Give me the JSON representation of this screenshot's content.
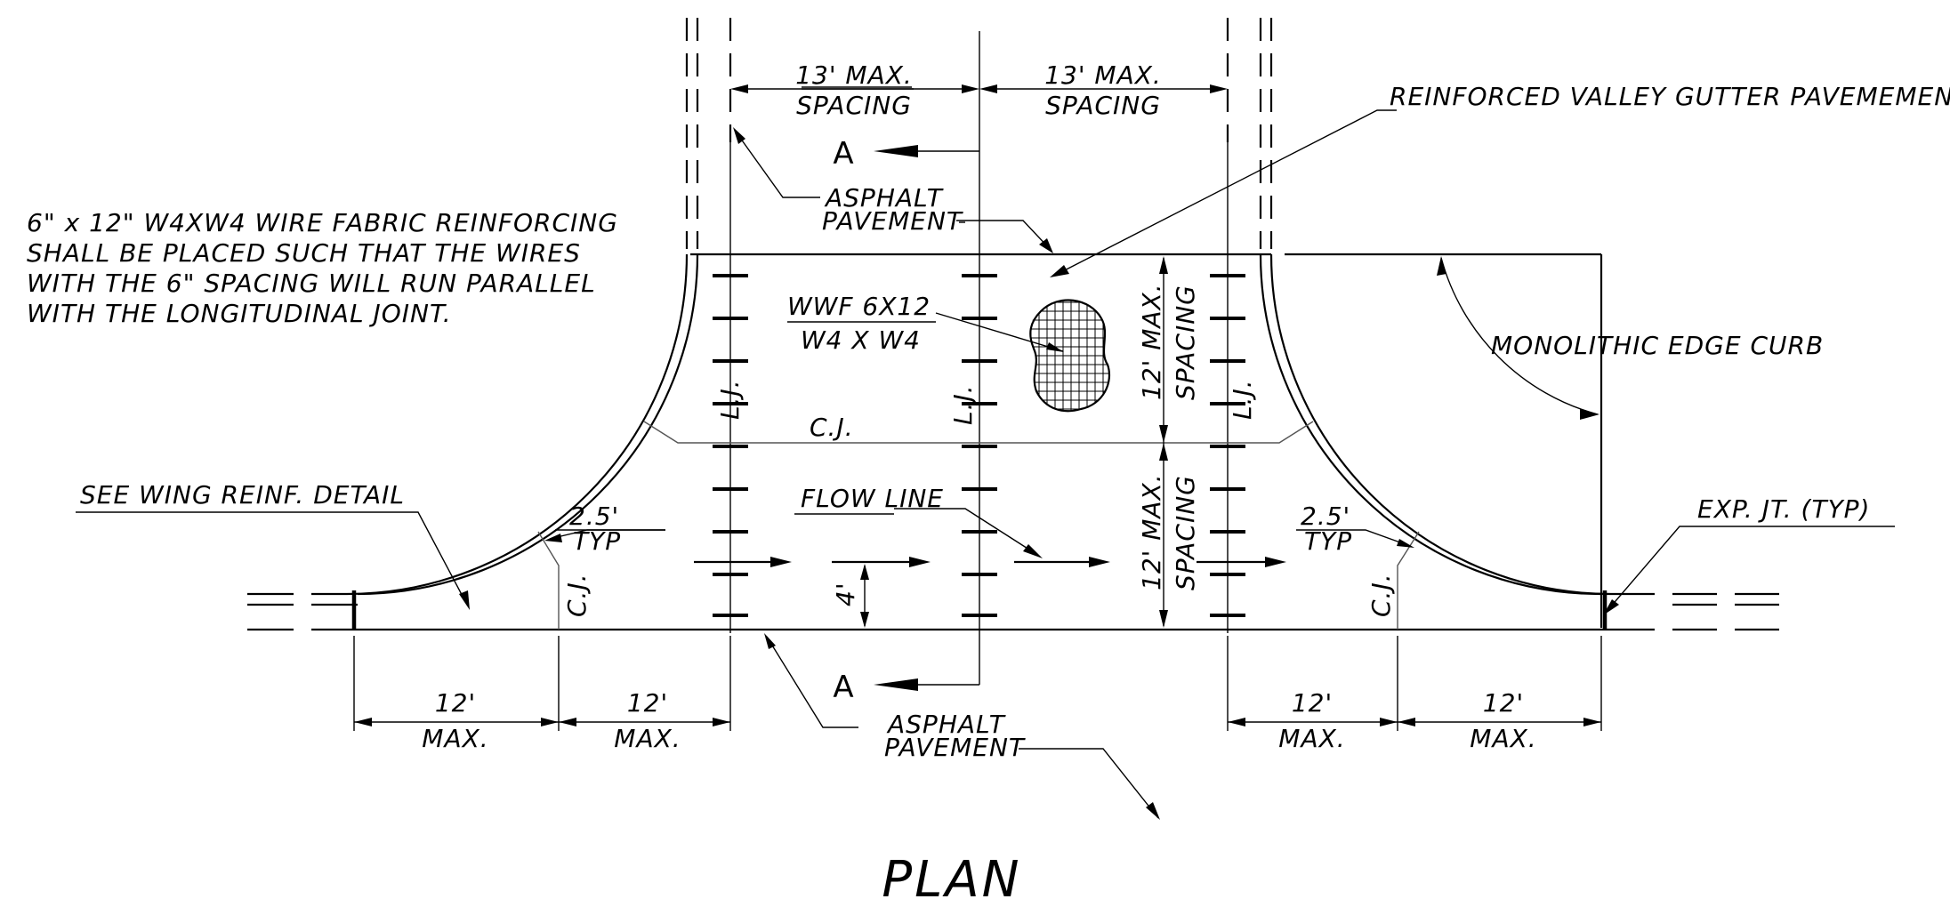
{
  "labels": {
    "title": "PLAN",
    "reinforced_valley": "REINFORCED VALLEY GUTTER PAVEMEMENT",
    "monolithic_curb": "MONOLITHIC EDGE CURB",
    "exp_jt": "EXP. JT. (TYP)",
    "see_wing": "SEE WING REINF. DETAIL",
    "flow_line": "FLOW LINE",
    "wwf_line1": "WWF 6X12",
    "wwf_line2": "W4 X W4",
    "asphalt_top_1": "ASPHALT",
    "asphalt_top_2": "PAVEMENT",
    "asphalt_bot_1": "ASPHALT",
    "asphalt_bot_2": "PAVEMENT",
    "section_a_top": "A",
    "section_a_bot": "A",
    "cj_center": "C.J.",
    "cj_left": "C.J.",
    "cj_right": "C.J.",
    "lj_left": "L.J.",
    "lj_mid": "L.J.",
    "lj_right": "L.J.",
    "four_ft": "4'",
    "typ_left_1": "2.5'",
    "typ_left_2": "TYP",
    "typ_right_1": "2.5'",
    "typ_right_2": "TYP",
    "spacing_v1_1": "12' MAX.",
    "spacing_v1_2": "SPACING",
    "spacing_v2_1": "12' MAX.",
    "spacing_v2_2": "SPACING"
  },
  "note": [
    "6\" x 12\" W4XW4 WIRE FABRIC REINFORCING",
    "SHALL BE PLACED SUCH THAT THE WIRES",
    "WITH THE 6\" SPACING WILL RUN PARALLEL",
    "WITH THE LONGITUDINAL JOINT."
  ],
  "top_dims": [
    {
      "line1": "13' MAX.",
      "line2": "SPACING"
    },
    {
      "line1": "13' MAX.",
      "line2": "SPACING"
    }
  ],
  "bottom_dims": [
    {
      "line1": "12'",
      "line2": "MAX."
    },
    {
      "line1": "12'",
      "line2": "MAX."
    },
    {
      "line1": "12'",
      "line2": "MAX."
    },
    {
      "line1": "12'",
      "line2": "MAX."
    }
  ]
}
